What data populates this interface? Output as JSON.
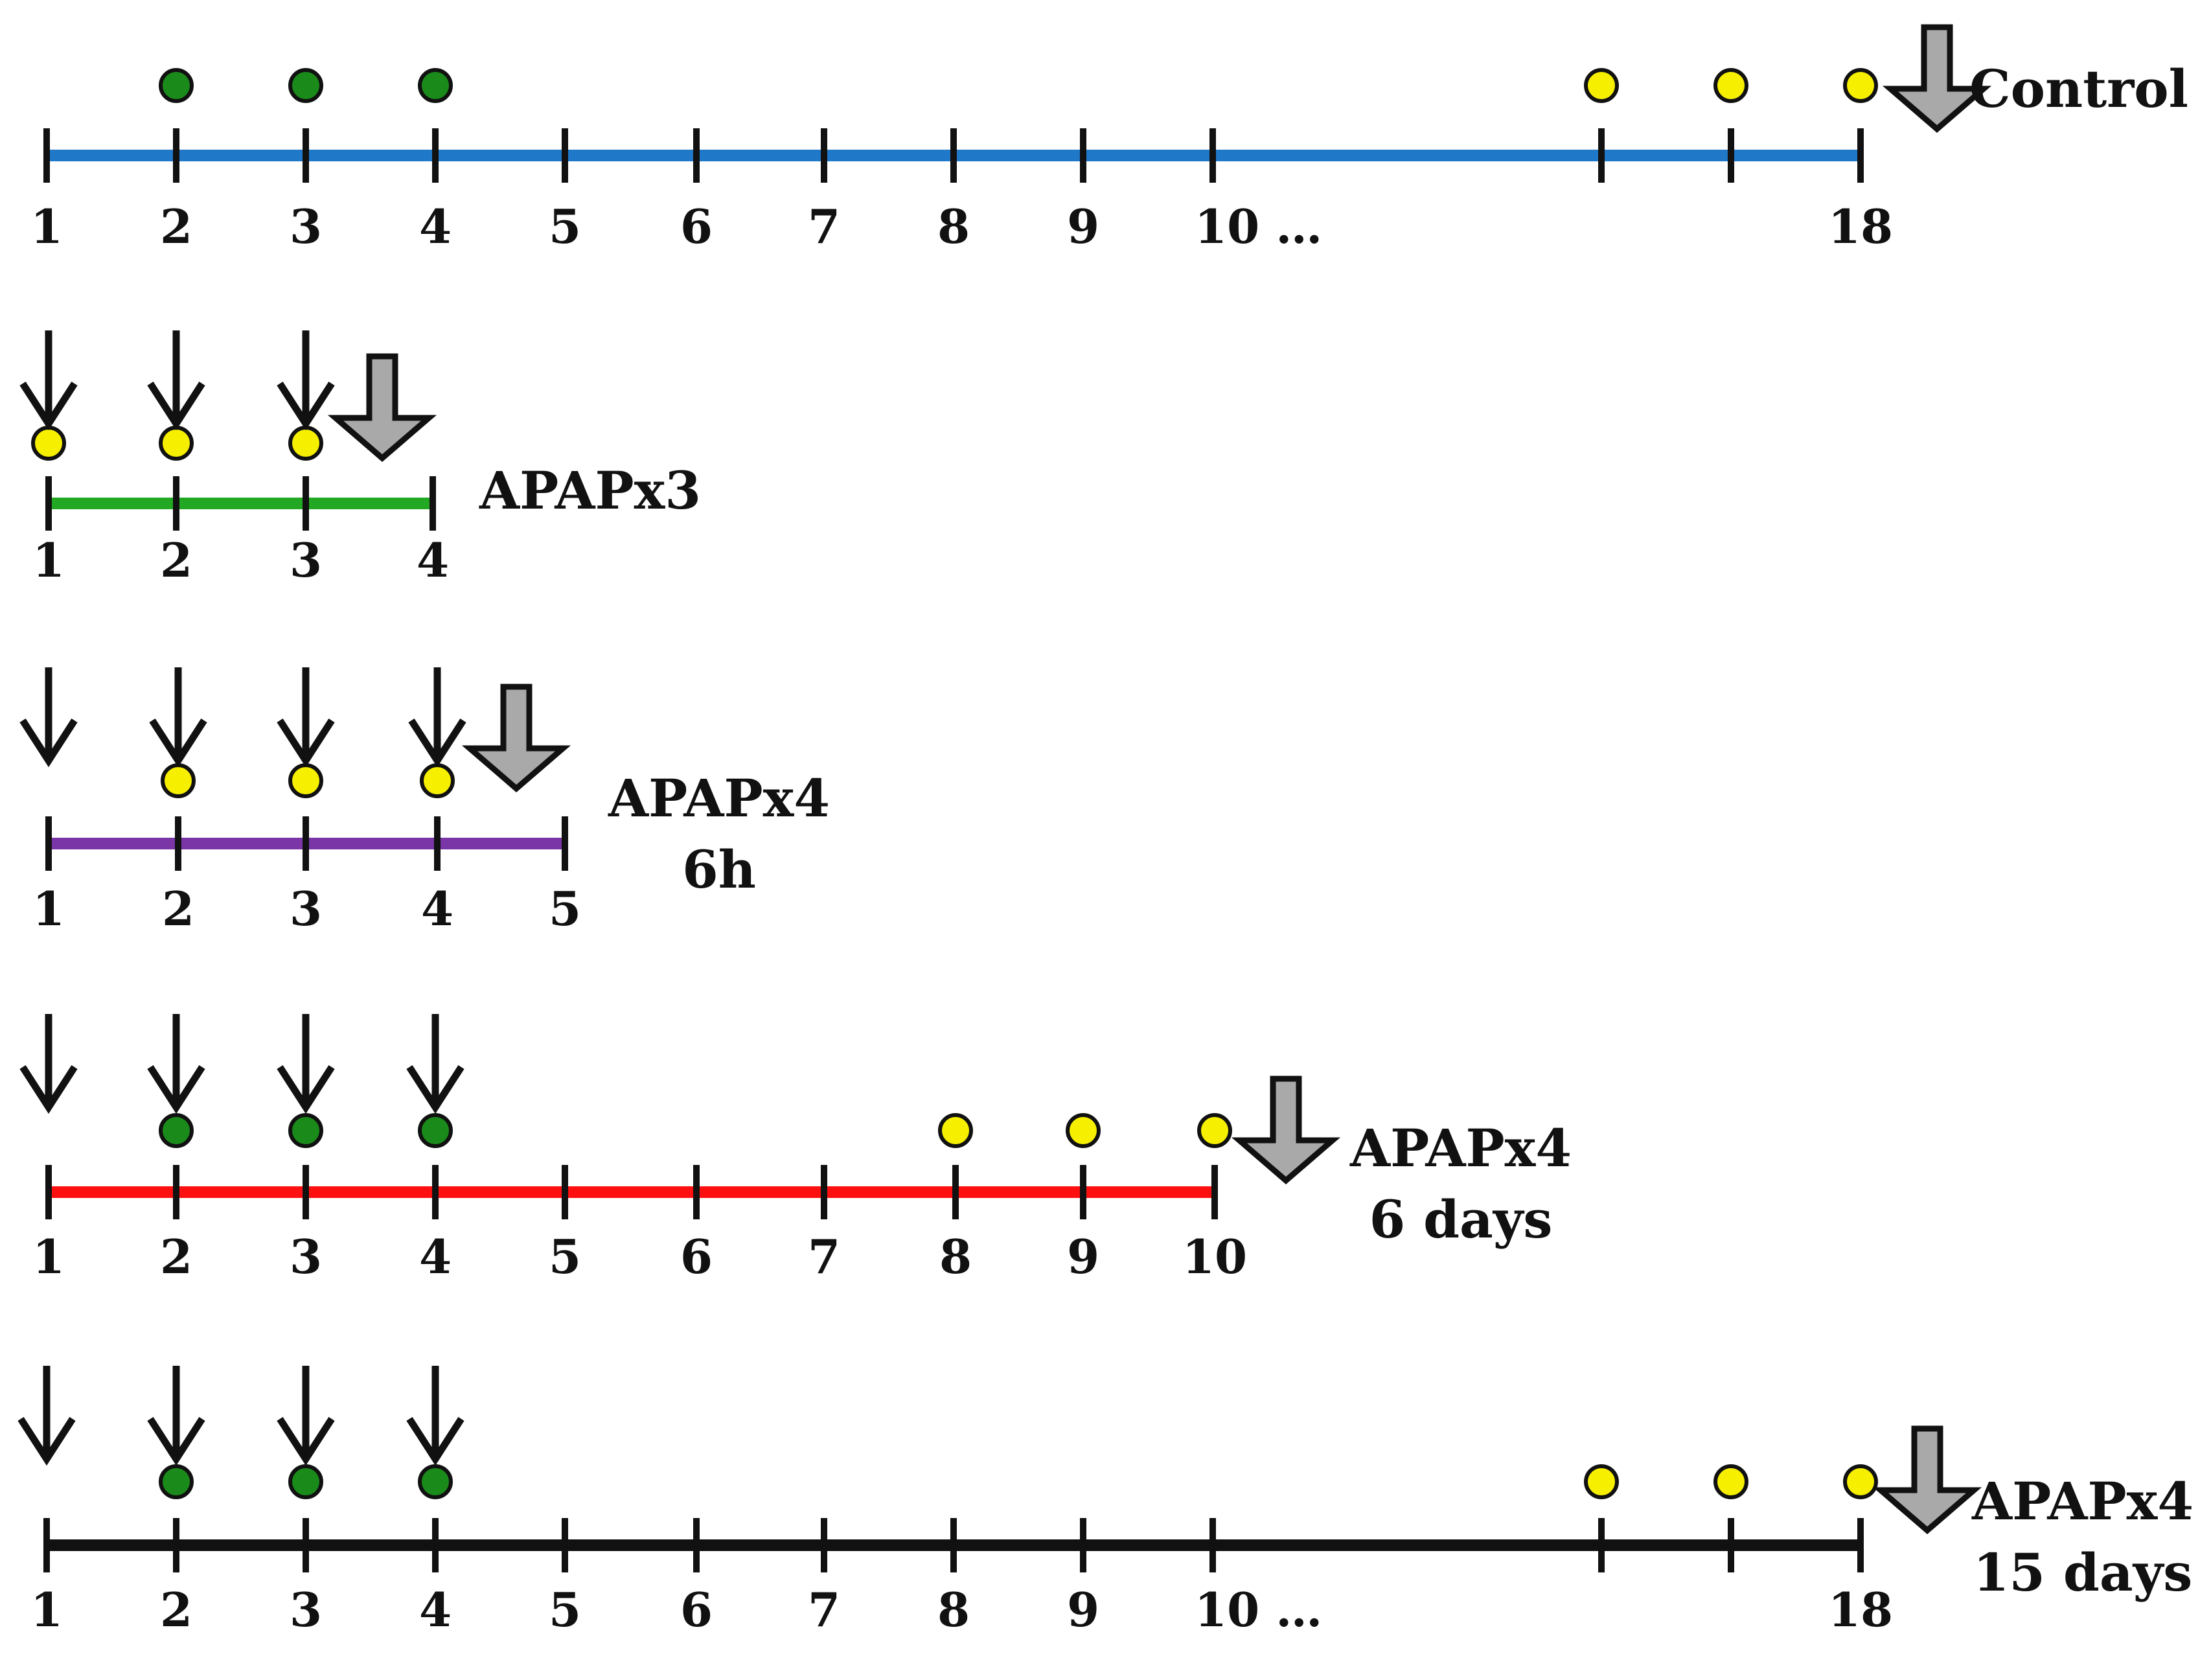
{
  "diagram": {
    "colors": {
      "dose_arrow": "#111111",
      "sacrifice_arrow_fill": "#a9a9a9",
      "dot_green": "#1a8a1a",
      "dot_yellow": "#f6ef00"
    },
    "rows": [
      {
        "id": "control",
        "label_lines": [
          "Control"
        ],
        "line_color": "#1f78c8",
        "ticks": [
          "1",
          "2",
          "3",
          "4",
          "5",
          "6",
          "7",
          "8",
          "9",
          "10 …",
          "",
          "",
          "18"
        ],
        "dose_arrows": [],
        "green_dots": [
          1,
          2,
          3
        ],
        "yellow_dots": [
          10,
          11,
          12
        ]
      },
      {
        "id": "apapx3",
        "label_lines": [
          "APAPx3"
        ],
        "line_color": "#22a822",
        "ticks": [
          "1",
          "2",
          "3",
          "4"
        ],
        "dose_arrows": [
          0,
          1,
          2
        ],
        "green_dots": [],
        "yellow_dots": [
          0,
          1,
          2
        ]
      },
      {
        "id": "apapx4-6h",
        "label_lines": [
          "APAPx4",
          "6h"
        ],
        "line_color": "#7a35a6",
        "ticks": [
          "1",
          "2",
          "3",
          "4",
          "5"
        ],
        "dose_arrows": [
          0,
          1,
          2,
          3
        ],
        "green_dots": [],
        "yellow_dots": [
          1,
          2,
          3
        ]
      },
      {
        "id": "apapx4-6days",
        "label_lines": [
          "APAPx4",
          "6 days"
        ],
        "line_color": "#ff1010",
        "ticks": [
          "1",
          "2",
          "3",
          "4",
          "5",
          "6",
          "7",
          "8",
          "9",
          "10"
        ],
        "dose_arrows": [
          0,
          1,
          2,
          3
        ],
        "green_dots": [
          1,
          2,
          3
        ],
        "yellow_dots": [
          7,
          8,
          9
        ]
      },
      {
        "id": "apapx4-15days",
        "label_lines": [
          "APAPx4",
          "15 days"
        ],
        "line_color": "#111111",
        "ticks": [
          "1",
          "2",
          "3",
          "4",
          "5",
          "6",
          "7",
          "8",
          "9",
          "10 …",
          "",
          "",
          "18"
        ],
        "dose_arrows": [
          0,
          1,
          2,
          3
        ],
        "green_dots": [
          1,
          2,
          3
        ],
        "yellow_dots": [
          10,
          11,
          12
        ]
      }
    ]
  }
}
